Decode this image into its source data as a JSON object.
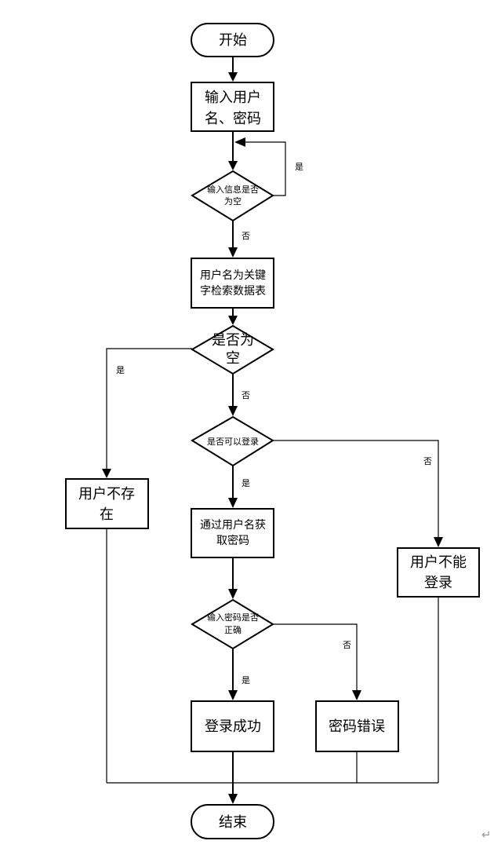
{
  "flowchart": {
    "start": "开始",
    "input": [
      "输入用户",
      "名、密码"
    ],
    "check_empty_input": [
      "输入信息是否",
      "为空"
    ],
    "search": [
      "用户名为关键",
      "字检索数据表"
    ],
    "check_empty_result": [
      "是否为",
      "空"
    ],
    "check_can_login": "是否可以登录",
    "user_not_exist": [
      "用户不存",
      "在"
    ],
    "get_password": [
      "通过用户名获",
      "取密码"
    ],
    "user_cannot_login": [
      "用户不能",
      "登录"
    ],
    "check_password": [
      "输入密码是否",
      "正确"
    ],
    "login_success": "登录成功",
    "password_error": "密码错误",
    "end": "结束"
  },
  "edge_labels": {
    "yes": "是",
    "no": "否"
  },
  "return_symbol": "↵"
}
